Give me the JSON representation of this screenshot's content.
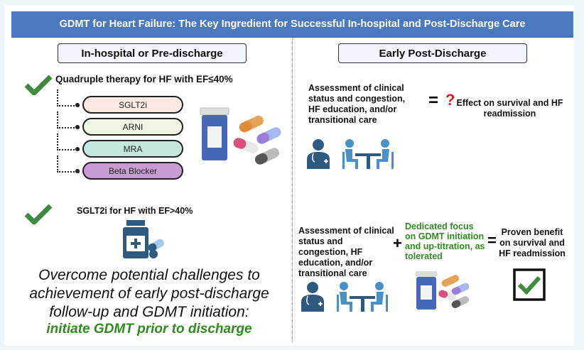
{
  "title": "GDMT for Heart Failure: The Key Ingredient for Successful In-hospital and Post-Discharge Care",
  "left": {
    "section_label": "In-hospital or Pre-discharge",
    "quadruple_heading": "Quadruple therapy for HF with EF≤40%",
    "therapies": [
      {
        "label": "SGLT2i",
        "color": "#fbe9e5"
      },
      {
        "label": "ARNI",
        "color": "#eef5e3"
      },
      {
        "label": "MRA",
        "color": "#c3e6df"
      },
      {
        "label": "Beta Blocker",
        "color": "#c99bd3"
      }
    ],
    "sglt2i_heading": "SGLT2i for HF with EF>40%",
    "challenge_text": "Overcome potential challenges to achievement of early post-discharge follow-up and GDMT initiation:",
    "call_to_action": "initiate GDMT prior to discharge"
  },
  "right": {
    "section_label": "Early Post-Discharge",
    "row1": {
      "assessment": "Assessment of clinical status and congestion, HF education, and/or transitional care",
      "equals": "=",
      "question": "?",
      "outcome": "Effect on survival and HF readmission"
    },
    "row2": {
      "assessment": "Assessment of clinical status and congestion, HF education, and/or transitional care",
      "plus": "+",
      "focus": "Dedicated focus on GDMT initiation and up-titration, as tolerated",
      "equals": "=",
      "outcome": "Proven benefit on survival and HF readmission"
    }
  },
  "colors": {
    "header": "#4b78bf",
    "check": "#3f8a3f",
    "accent_green": "#2f8a1f",
    "question_red": "#d42020",
    "icon_blue": "#2e5a80",
    "people_blue": "#4a90c8"
  }
}
